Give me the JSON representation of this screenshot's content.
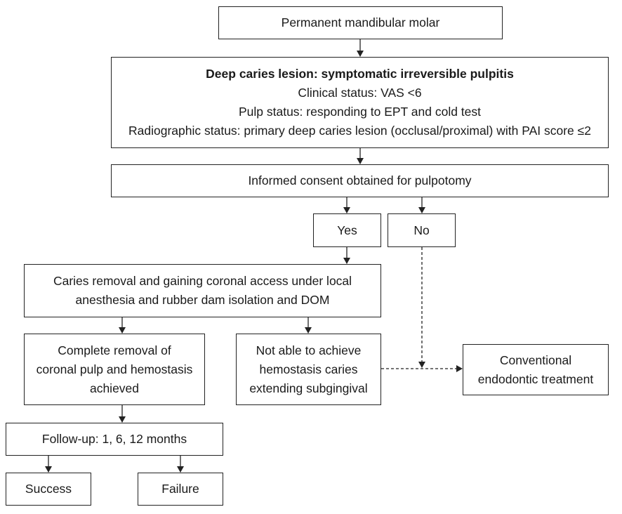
{
  "nodes": {
    "molar": [
      "Permanent mandibular molar"
    ],
    "deep_caries_title": "Deep caries lesion: symptomatic irreversible pulpitis",
    "deep_caries_details": [
      "Clinical status: VAS <6",
      "Pulp status: responding to EPT and cold test",
      "Radiographic status: primary deep caries lesion (occlusal/proximal) with PAI score ≤2"
    ],
    "consent": [
      "Informed consent obtained for pulpotomy"
    ],
    "yes": [
      "Yes"
    ],
    "no": [
      "No"
    ],
    "caries_removal": [
      "Caries removal and gaining coronal access under local",
      "anesthesia and rubber dam isolation and DOM"
    ],
    "complete_removal": [
      "Complete removal of",
      "coronal pulp and hemostasis",
      "achieved"
    ],
    "not_able": [
      "Not able to achieve",
      "hemostasis caries",
      "extending subgingival"
    ],
    "conventional": [
      "Conventional",
      "endodontic treatment"
    ],
    "followup": [
      "Follow-up: 1, 6, 12 months"
    ],
    "success": [
      "Success"
    ],
    "failure": [
      "Failure"
    ]
  },
  "colors": {
    "line": "#222222",
    "text": "#1a1a1a",
    "background": "#ffffff"
  }
}
